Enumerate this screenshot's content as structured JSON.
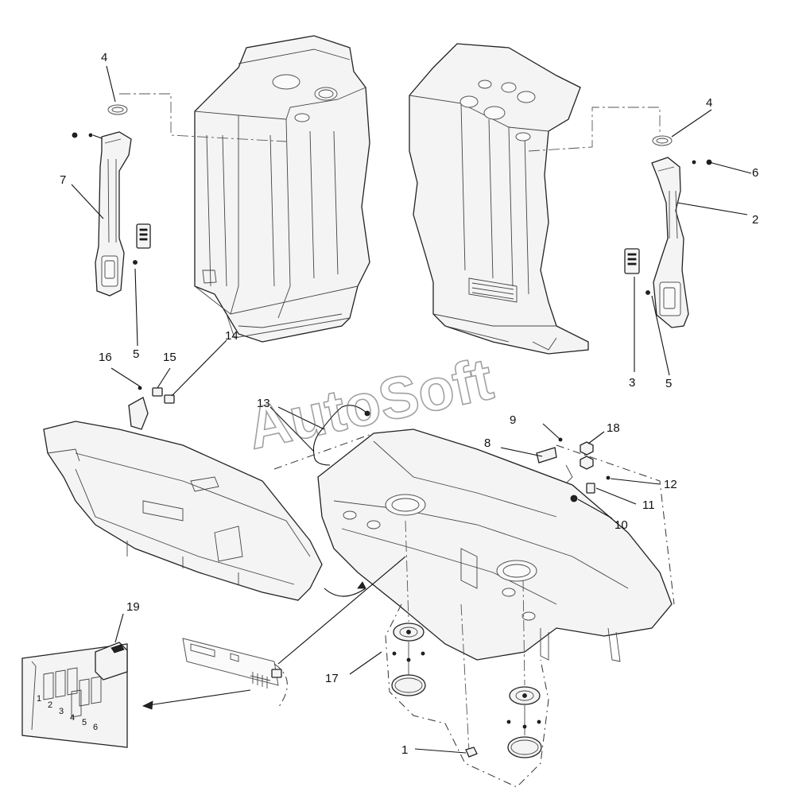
{
  "watermark": "AutoSoft",
  "callouts": [
    "1",
    "2",
    "3",
    "4",
    "4",
    "5",
    "5",
    "6",
    "7",
    "8",
    "9",
    "10",
    "11",
    "12",
    "13",
    "14",
    "15",
    "16",
    "17",
    "18",
    "19"
  ],
  "switch_panel_numbers": [
    "1",
    "2",
    "3",
    "4",
    "5",
    "6"
  ]
}
